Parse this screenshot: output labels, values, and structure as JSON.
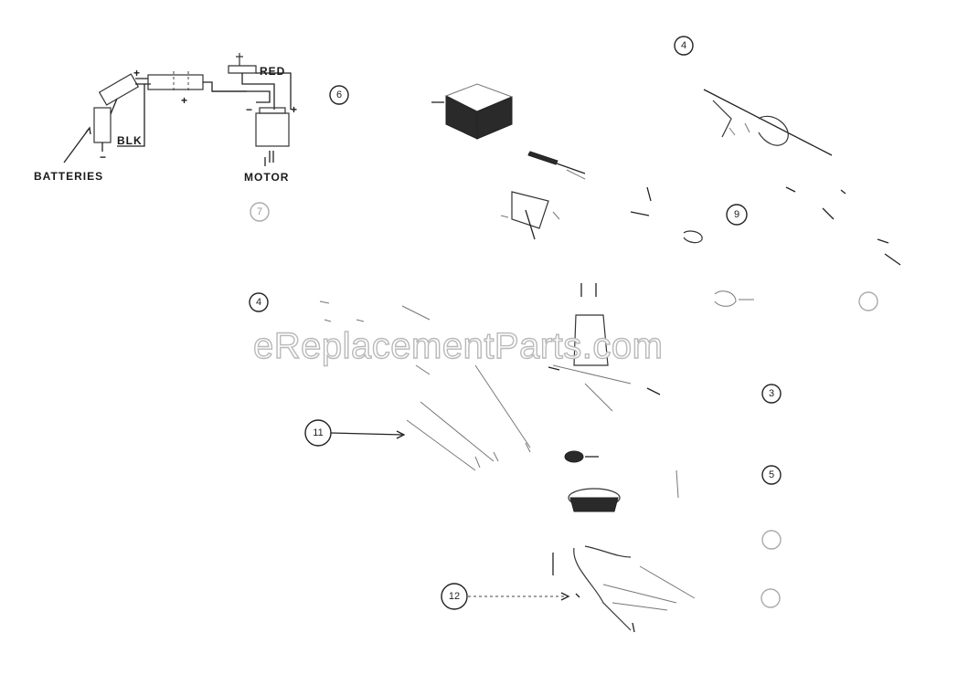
{
  "wiring": {
    "labels": {
      "batteries": "BATTERIES",
      "motor": "MOTOR",
      "red": "RED",
      "blk": "BLK"
    }
  },
  "callouts": [
    {
      "number": "4"
    },
    {
      "number": "6"
    },
    {
      "number": "7"
    },
    {
      "number": "9"
    },
    {
      "number": "4"
    },
    {
      "number": "3"
    },
    {
      "number": "5"
    },
    {
      "number": "11"
    },
    {
      "number": "12"
    }
  ],
  "watermark": "eReplacementParts.com"
}
